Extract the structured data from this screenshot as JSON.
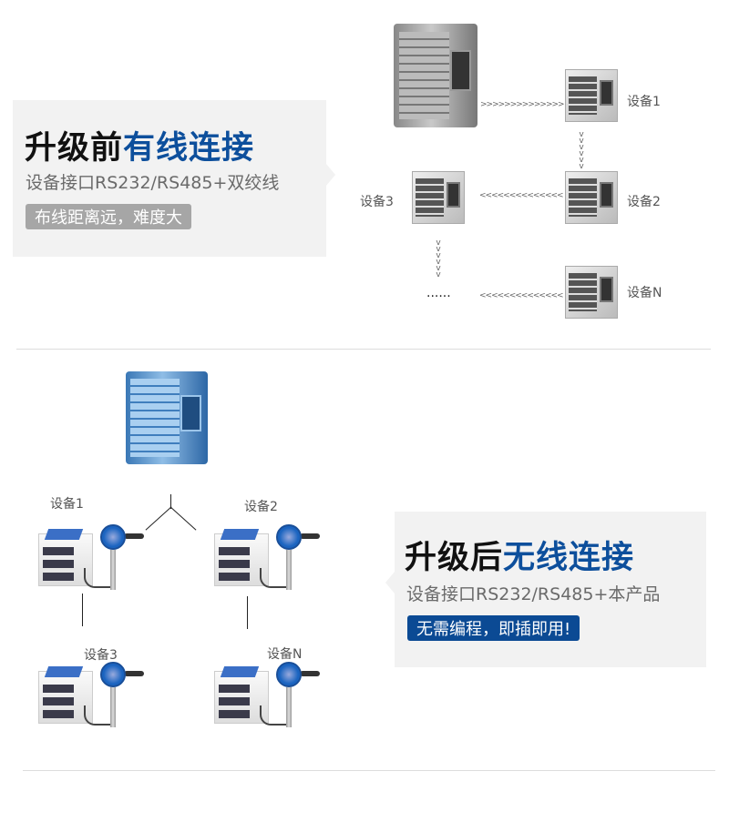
{
  "before": {
    "title_black": "升级前",
    "title_blue": "有线连接",
    "subtitle": "设备接口RS232/RS485+双绞线",
    "badge": "布线距离远，难度大",
    "badge_color": "#a6a6a6",
    "devices": [
      "设备1",
      "设备2",
      "设备3",
      "设备N"
    ],
    "ellipsis": "......",
    "arrow_right": ">>>>>>>>>>>>>>",
    "arrow_left": "<<<<<<<<<<<<<<",
    "arrow_down": "v v v v v v"
  },
  "after": {
    "title_black": "升级后",
    "title_blue": "无线连接",
    "subtitle": "设备接口RS232/RS485+本产品",
    "badge": "无需编程，即插即用!",
    "badge_color": "#0b4a94",
    "devices": [
      "设备1",
      "设备2",
      "设备3",
      "设备N"
    ]
  },
  "accent": "#0d4f9c"
}
